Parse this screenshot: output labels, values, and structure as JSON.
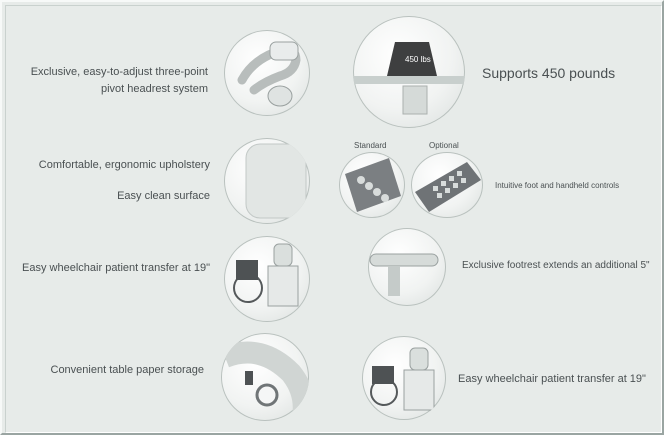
{
  "features": {
    "headrest": "Exclusive, easy-to-adjust three-point pivot headrest system",
    "supports": "Supports 450 pounds",
    "weight_badge": "450 lbs",
    "upholstery": "Comfortable, ergonomic upholstery",
    "clean": "Easy clean surface",
    "controls": "Intuitive foot and handheld controls",
    "standard": "Standard",
    "optional": "Optional",
    "transfer_left": "Easy wheelchair patient transfer at 19\"",
    "footrest": "Exclusive footrest extends an additional 5\"",
    "paper": "Convenient table paper storage",
    "transfer_right": "Easy wheelchair patient transfer at 19\""
  }
}
